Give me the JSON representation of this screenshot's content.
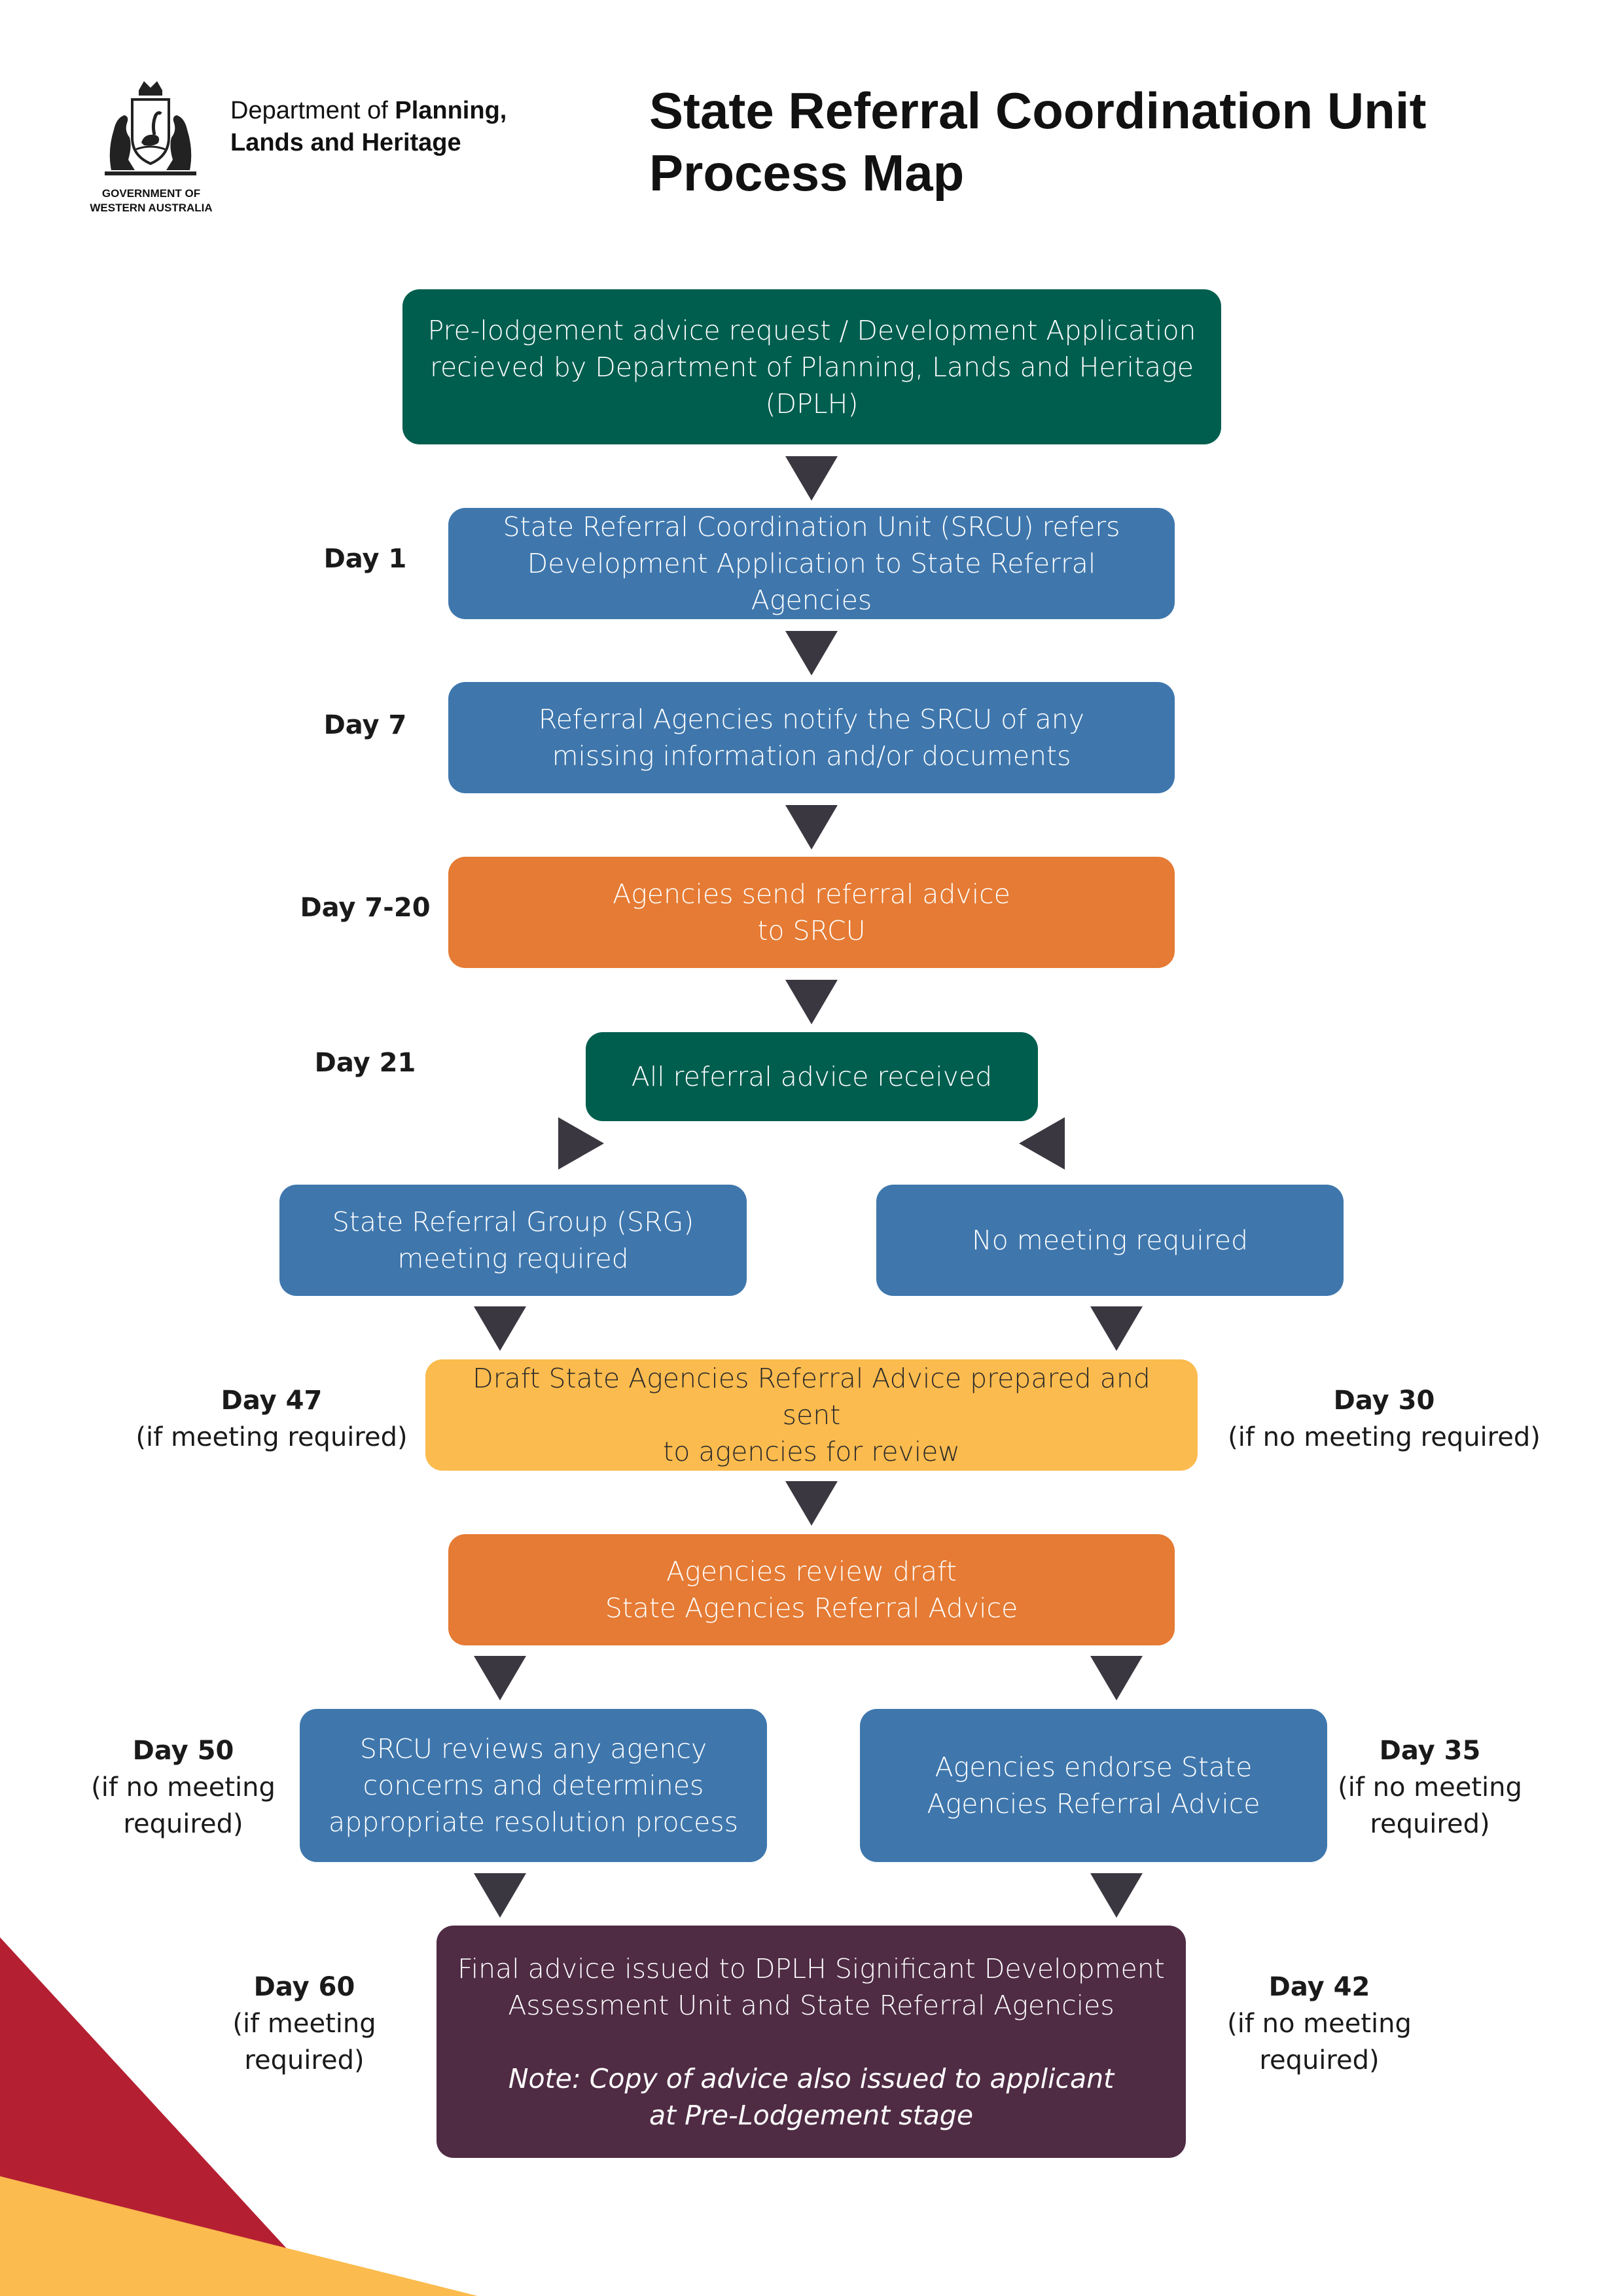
{
  "header": {
    "dept_line1_regular": "Department of ",
    "dept_line1_bold": "Planning,",
    "dept_line2": "Lands and Heritage",
    "gov_line1": "GOVERNMENT OF",
    "gov_line2": "WESTERN AUSTRALIA",
    "title_line1": "State Referral Coordination Unit",
    "title_line2": "Process Map"
  },
  "colors": {
    "dark_green": "#005e4f",
    "blue": "#3f77ad",
    "orange": "#e57b34",
    "yellow": "#fbbb4e",
    "purple": "#4f2b44",
    "arrow": "#3b3740",
    "accent_red": "#b51f32",
    "accent_yellow": "#fbbb4e"
  },
  "steps": {
    "pre_lodgement": {
      "line1": "Pre-lodgement advice request / Development Application",
      "line2": "recieved by Department of Planning, Lands and Heritage",
      "line3": "(DPLH)"
    },
    "srcu_refers": {
      "line1": "State Referral Coordination Unit (SRCU) refers",
      "line2": "Development Application to State Referral Agencies"
    },
    "agencies_notify": {
      "line1": "Referral Agencies notify the SRCU of any",
      "line2": "missing information and/or documents"
    },
    "send_advice": {
      "line1": "Agencies send referral advice",
      "line2": "to SRCU"
    },
    "all_received": {
      "line1": "All referral advice received"
    },
    "srg_meeting": {
      "line1": "State Referral Group (SRG)",
      "line2": "meeting required"
    },
    "no_meeting": {
      "line1": "No meeting required"
    },
    "draft_prepared": {
      "line1": "Draft State Agencies Referral Advice prepared and sent",
      "line2": "to agencies for review"
    },
    "agencies_review": {
      "line1": "Agencies review draft",
      "line2": "State Agencies Referral Advice"
    },
    "srcu_reviews": {
      "line1": "SRCU reviews any agency",
      "line2": "concerns and determines",
      "line3": "appropriate resolution process"
    },
    "agencies_endorse": {
      "line1": "Agencies endorse State",
      "line2": "Agencies Referral Advice"
    },
    "final_advice": {
      "line1": "Final advice issued to DPLH Significant Development",
      "line2": "Assessment Unit and State Referral Agencies",
      "note1": "Note: Copy of advice also issued to applicant",
      "note2": "at Pre-Lodgement stage"
    }
  },
  "days": {
    "day1": {
      "head": "Day 1"
    },
    "day7": {
      "head": "Day 7"
    },
    "day7_20": {
      "head": "Day 7-20"
    },
    "day21": {
      "head": "Day 21"
    },
    "day47": {
      "head": "Day 47",
      "sub1": "(if meeting required)"
    },
    "day30": {
      "head": "Day 30",
      "sub1": "(if no meeting required)"
    },
    "day50": {
      "head": "Day 50",
      "sub1": "(if no meeting",
      "sub2": "required)"
    },
    "day35": {
      "head": "Day 35",
      "sub1": "(if no meeting",
      "sub2": "required)"
    },
    "day60": {
      "head": "Day 60",
      "sub1": "(if meeting",
      "sub2": "required)"
    },
    "day42": {
      "head": "Day 42",
      "sub1": "(if no meeting",
      "sub2": "required)"
    }
  }
}
